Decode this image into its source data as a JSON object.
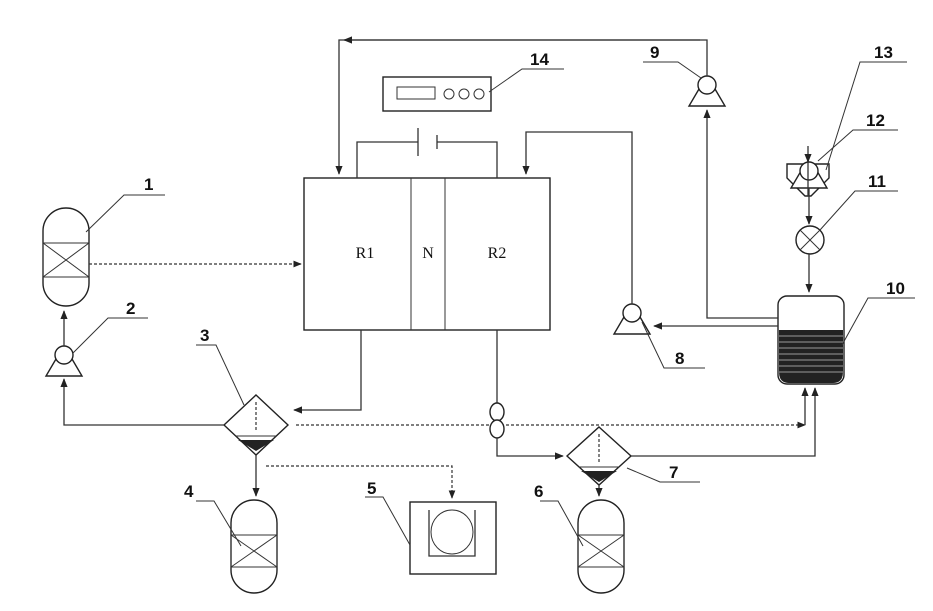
{
  "diagram": {
    "cells": {
      "r1": "R1",
      "n": "N",
      "r2": "R2"
    },
    "labels": {
      "l1": "1",
      "l2": "2",
      "l3": "3",
      "l4": "4",
      "l5": "5",
      "l6": "6",
      "l7": "7",
      "l8": "8",
      "l9": "9",
      "l10": "10",
      "l11": "11",
      "l12": "12",
      "l13": "13",
      "l14": "14"
    }
  },
  "colors": {
    "line": "#333333",
    "fill": "#ffffff",
    "ink": "#222222"
  }
}
